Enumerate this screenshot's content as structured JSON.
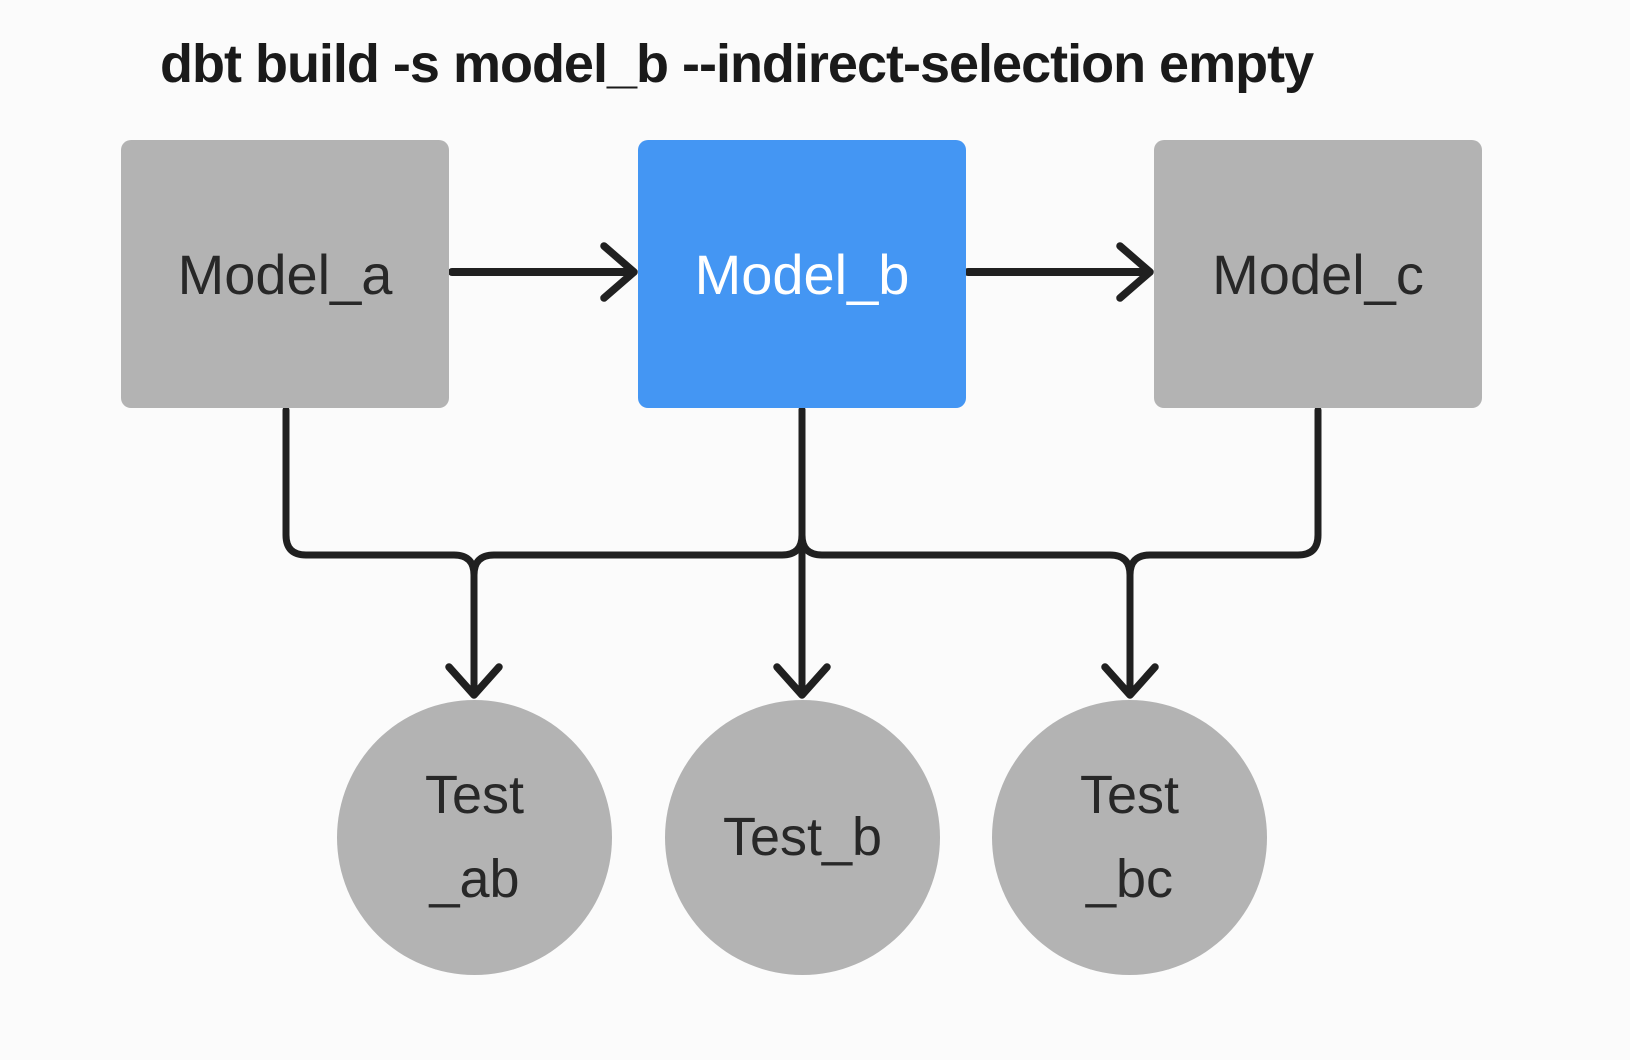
{
  "title": {
    "command": "dbt build -s model_b --indirect-selection empty"
  },
  "colors": {
    "background": "#fbfbfb",
    "node_gray": "#b3b3b3",
    "node_selected": "#4496f3",
    "edge": "#202020",
    "text_dark": "#282828",
    "text_light": "#ffffff",
    "title_color": "#1a1a1a"
  },
  "nodes": {
    "models": [
      {
        "id": "model_a",
        "label": "Model_a",
        "state": "not-selected"
      },
      {
        "id": "model_b",
        "label": "Model_b",
        "state": "selected"
      },
      {
        "id": "model_c",
        "label": "Model_c",
        "state": "not-selected"
      }
    ],
    "tests": [
      {
        "id": "test_ab",
        "lines": [
          "Test",
          "_ab"
        ]
      },
      {
        "id": "test_b",
        "lines": [
          "Test_b"
        ]
      },
      {
        "id": "test_bc",
        "lines": [
          "Test",
          "_bc"
        ]
      }
    ]
  },
  "edges": [
    {
      "from": "model_a",
      "to": "model_b"
    },
    {
      "from": "model_b",
      "to": "model_c"
    },
    {
      "from": "model_a",
      "to": "test_ab"
    },
    {
      "from": "model_b",
      "to": "test_ab"
    },
    {
      "from": "model_b",
      "to": "test_b"
    },
    {
      "from": "model_b",
      "to": "test_bc"
    },
    {
      "from": "model_c",
      "to": "test_bc"
    }
  ]
}
